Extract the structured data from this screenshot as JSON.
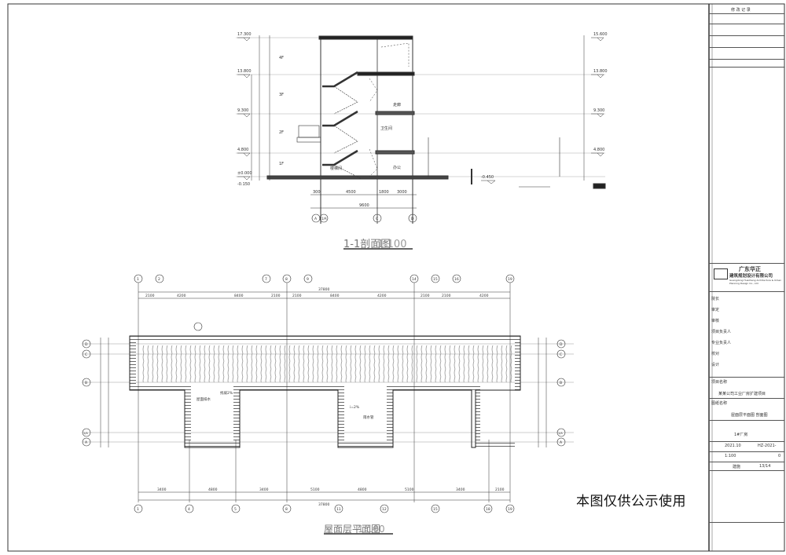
{
  "section_view": {
    "title": "1-1剖面图",
    "scale": "1:100",
    "floor_labels": [
      "4F",
      "3F",
      "2F",
      "1F"
    ],
    "elevations_left": [
      "17.300",
      "13.800",
      "9.300",
      "4.800",
      "±0.000",
      "-0.150"
    ],
    "elevations_right": [
      "15.600",
      "13.800",
      "9.300",
      "4.800",
      "-0.450"
    ],
    "room_labels": [
      "楼梯间",
      "卫生间",
      "走廊",
      "办公"
    ],
    "bottom_dims": [
      "300",
      "4500",
      "1800",
      "3000"
    ],
    "total_dim": "9600",
    "axis_labels": [
      "A",
      "1/A",
      "C",
      "D"
    ]
  },
  "plan_view": {
    "title": "屋面层平面图",
    "scale": "1:100",
    "top_axes": [
      "1",
      "2",
      "7",
      "8",
      "9",
      "14",
      "15",
      "16",
      "19"
    ],
    "bottom_axes": [
      "1",
      "4",
      "5",
      "8",
      "11",
      "12",
      "15",
      "18",
      "19"
    ],
    "left_axes": [
      "D",
      "C",
      "B",
      "1/A",
      "A"
    ],
    "right_axes": [
      "D",
      "C",
      "B",
      "1/A",
      "A"
    ],
    "top_dims": [
      "2100",
      "4200",
      "8400",
      "2100",
      "2100",
      "8400",
      "4200",
      "2100",
      "2100",
      "4200"
    ],
    "top_total": "37800",
    "bottom_dims": [
      "3400",
      "4800",
      "3400",
      "5100",
      "4800",
      "5100",
      "3400",
      "2100"
    ],
    "bottom_total": "37800",
    "notes": [
      "屋面排水",
      "找坡2%",
      "i=2%",
      "雨水管"
    ]
  },
  "title_block": {
    "revision_header": "修 改 记 录",
    "company_cn": "广东华正",
    "company_cn2": "建筑规划设计有限公司",
    "company_en": "Guangdong Huazheng Architecture & Urban Planning Design Co., Ltd",
    "roles": [
      "院长",
      "审定",
      "审核",
      "项目负责人",
      "专业负责人",
      "校对",
      "设计"
    ],
    "project_label": "项目名称",
    "project_name": "某某公司工业厂房扩建项目",
    "drawing_label": "图纸名称",
    "drawing_name": "屋面层平面图 剖面图",
    "sub_item": "1#厂房",
    "date": "2021.10",
    "job_no": "HZ-2021-",
    "scale": "1:100",
    "drawing_no": "0",
    "sheet": "13/14",
    "stage": "建施"
  },
  "watermark": "本图仅供公示使用"
}
